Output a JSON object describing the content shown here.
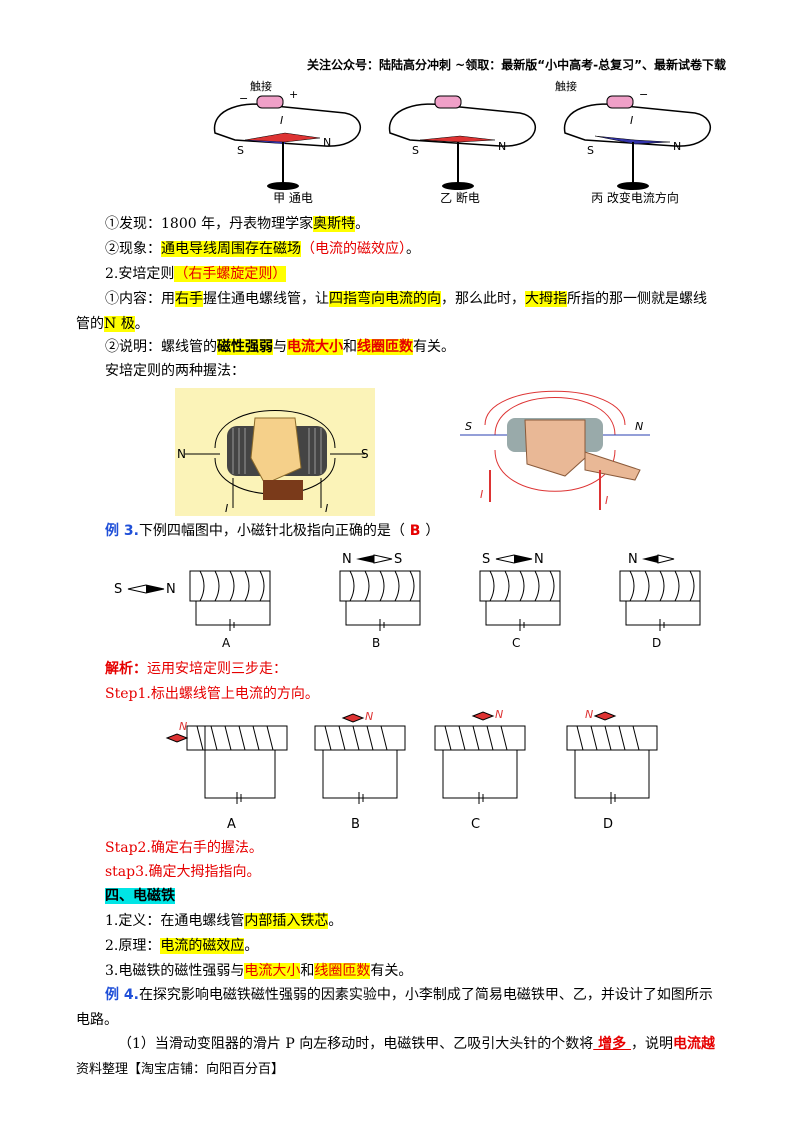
{
  "header": "关注公众号：陆陆高分冲刺 ~领取：最新版“小中高考-总复习”、最新试卷下载",
  "experiment": {
    "touch_label": "触接",
    "pole_s": "S",
    "pole_n": "N",
    "current_label": "I",
    "plus": "+",
    "minus": "−",
    "captions": [
      "甲 通电",
      "乙 断电",
      "丙 改变电流方向"
    ]
  },
  "text": {
    "l1a": "①发现：1800 年，丹表物理学家",
    "l1b": "奥斯特",
    "l1c": "。",
    "l2a": "②现象：",
    "l2b": "通电导线周围存在磁场",
    "l2c": "（电流的磁效应）",
    "l2d": "。",
    "l3a": "2.安培定则",
    "l3b": "（右手螺旋定则）",
    "l4a": "①内容：用",
    "l4b": "右手",
    "l4c": "握住通电螺线管，让",
    "l4d": "四指弯向电流的向",
    "l4e": "，那么此时，",
    "l4f": "大拇指",
    "l4g": "所指的那一侧就是螺线",
    "l5a": "管的",
    "l5b": "N 极",
    "l5c": "。",
    "l6a": "②说明：螺线管的",
    "l6b": "磁性强弱",
    "l6c": "与",
    "l6d": "电流大小",
    "l6e": "和",
    "l6f": "线圈匝数",
    "l6g": "有关。",
    "l7": "安培定则的两种握法：",
    "l8a": "例 3.",
    "l8b": "下例四幅图中，小磁针北极指向正确的是（",
    "l8c": " B ",
    "l8d": "）",
    "l9a": "解析：",
    "l9b": "运用安培定则三步走：",
    "l10": "Step1.标出螺线管上电流的方向。",
    "l11": "Stap2.确定右手的握法。",
    "l12": "stap3.确定大拇指指向。",
    "l13": "四、电磁铁",
    "l14a": "1.定义：在通电螺线管",
    "l14b": "内部插入铁芯",
    "l14c": "。",
    "l15a": "2.原理：",
    "l15b": "电流的磁效应",
    "l15c": "。",
    "l16a": "3.电磁铁的磁性强弱与",
    "l16b": "电流大小",
    "l16c": "和",
    "l16d": "线圈匝数",
    "l16e": "有关。",
    "l17a": "例 4.",
    "l17b": "在探究影响电磁铁磁性强弱的因素实验中，小李制成了简易电磁铁甲、乙，并设计了如图所示",
    "l18": "电路。",
    "l19a": "（1）当滑动变阻器的滑片 P 向左移动时，电磁铁甲、乙吸引大头针的个数将",
    "l19b": "  增多  ",
    "l19c": "，说明",
    "l19d": "电流越"
  },
  "grip": {
    "left_n": "N",
    "left_s": "S",
    "left_i1": "I",
    "left_i2": "I",
    "right_s": "S",
    "right_n": "N",
    "right_i1": "I",
    "right_i2": "I"
  },
  "example3": {
    "labels": [
      "A",
      "B",
      "C",
      "D"
    ],
    "needles": [
      {
        "left": "S",
        "right": "N"
      },
      {
        "left": "N",
        "right": "S"
      },
      {
        "left": "S",
        "right": "N"
      },
      {
        "left": "N",
        "right": ""
      }
    ]
  },
  "analysis": {
    "labels": [
      "A",
      "B",
      "C",
      "D"
    ],
    "n_label": "N"
  },
  "footer": "资料整理【淘宝店铺：向阳百分百】",
  "colors": {
    "highlight": "#ffff00",
    "red": "#e60000",
    "blue": "#1f4fd8"
  }
}
